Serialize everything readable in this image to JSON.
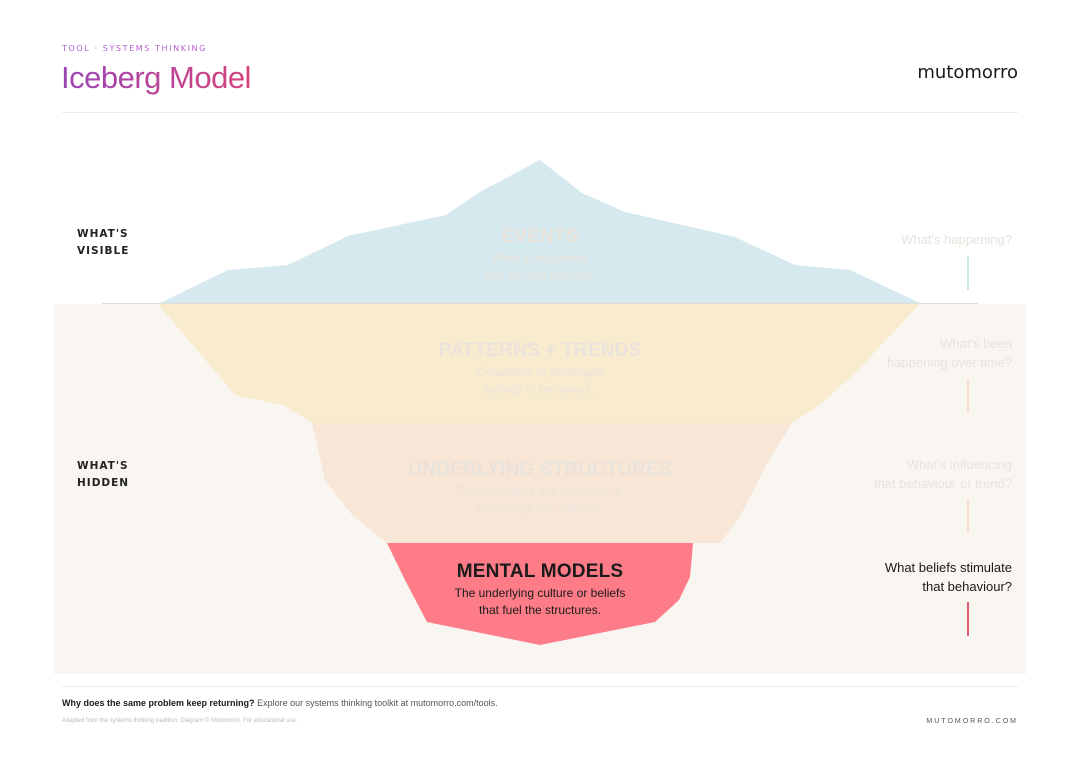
{
  "header": {
    "eyebrow": "TOOL · SYSTEMS THINKING",
    "title": "Iceberg Model",
    "brand": "mutomorro"
  },
  "zones": {
    "visible": [
      "WHAT'S",
      "VISIBLE"
    ],
    "hidden": [
      "WHAT'S",
      "HIDDEN"
    ]
  },
  "layers": [
    {
      "title": "EVENTS",
      "desc_1": "What's happening",
      "desc_2": "that we can observe.",
      "question_1": "",
      "question_2": "What's happening?",
      "color": "#d6e9ee",
      "active": false
    },
    {
      "title": "PATTERNS + TRENDS",
      "desc_1": "Consistent or prolonged",
      "desc_2": "activity or behaviour.",
      "question_1": "What's been",
      "question_2": "happening over time?",
      "color": "#f9ebce",
      "active": false
    },
    {
      "title": "UNDERLYING STRUCTURES",
      "desc_1": "The structures that reinforce or",
      "desc_2": "encourage the patterns.",
      "question_1": "What's influencing",
      "question_2": "that behaviour or trend?",
      "color": "#f8e6d6",
      "active": false
    },
    {
      "title": "MENTAL MODELS",
      "desc_1": "The underlying culture or beliefs",
      "desc_2": "that fuel the structures.",
      "question_1": "What beliefs stimulate",
      "question_2": "that behaviour?",
      "color": "#fd7c88",
      "active": true
    }
  ],
  "footer": {
    "question": "Why does the same problem keep returning?",
    "cta": "Explore our systems thinking toolkit at mutomorro.com/tools.",
    "fine_print": "Adapted from the systems thinking tradition. Diagram © Mutomorro. For educational use.",
    "url": "MUTOMORRO.COM"
  },
  "colors": {
    "faded_text": "#e9e3dc",
    "active_text": "#1a1a1a",
    "accent": "#e45a73",
    "faded_tick": "#f5dccb",
    "events_tick": "#cfe5ec"
  }
}
